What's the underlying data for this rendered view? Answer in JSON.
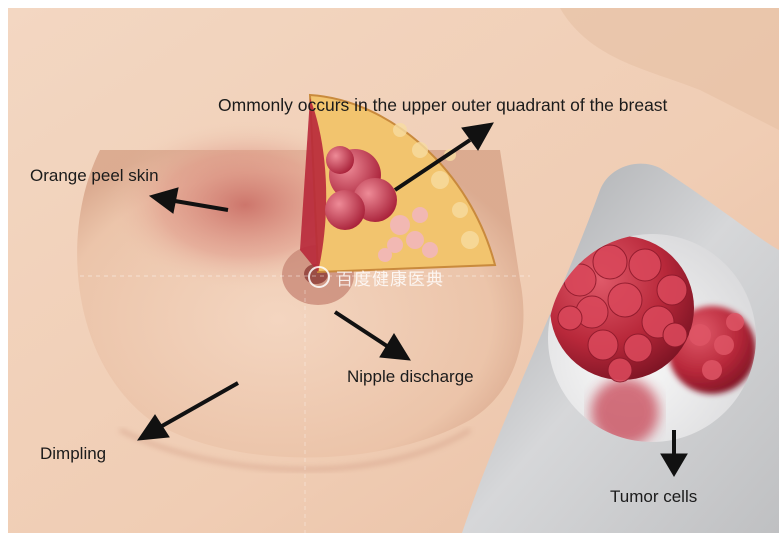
{
  "annotations": {
    "upper_outer_quadrant": "Ommonly occurs in the upper outer quadrant of the breast",
    "orange_peel_skin": "Orange peel skin",
    "nipple_discharge": "Nipple discharge",
    "dimpling": "Dimpling",
    "tumor_cells": "Tumor cells"
  },
  "watermark": {
    "text": "百度健康医典"
  },
  "colors": {
    "skin": "#f3d3bc",
    "skin_shadow": "#d9a78c",
    "inflamed": "#c9625a",
    "tumor": "#b8283a",
    "fat_tissue": "#f2c46e",
    "panel_gray": "#bfc0c2",
    "arrow": "#111111"
  },
  "icons": {
    "arrow": "arrow-icon",
    "watermark_logo": "baidu-health-logo-icon"
  }
}
